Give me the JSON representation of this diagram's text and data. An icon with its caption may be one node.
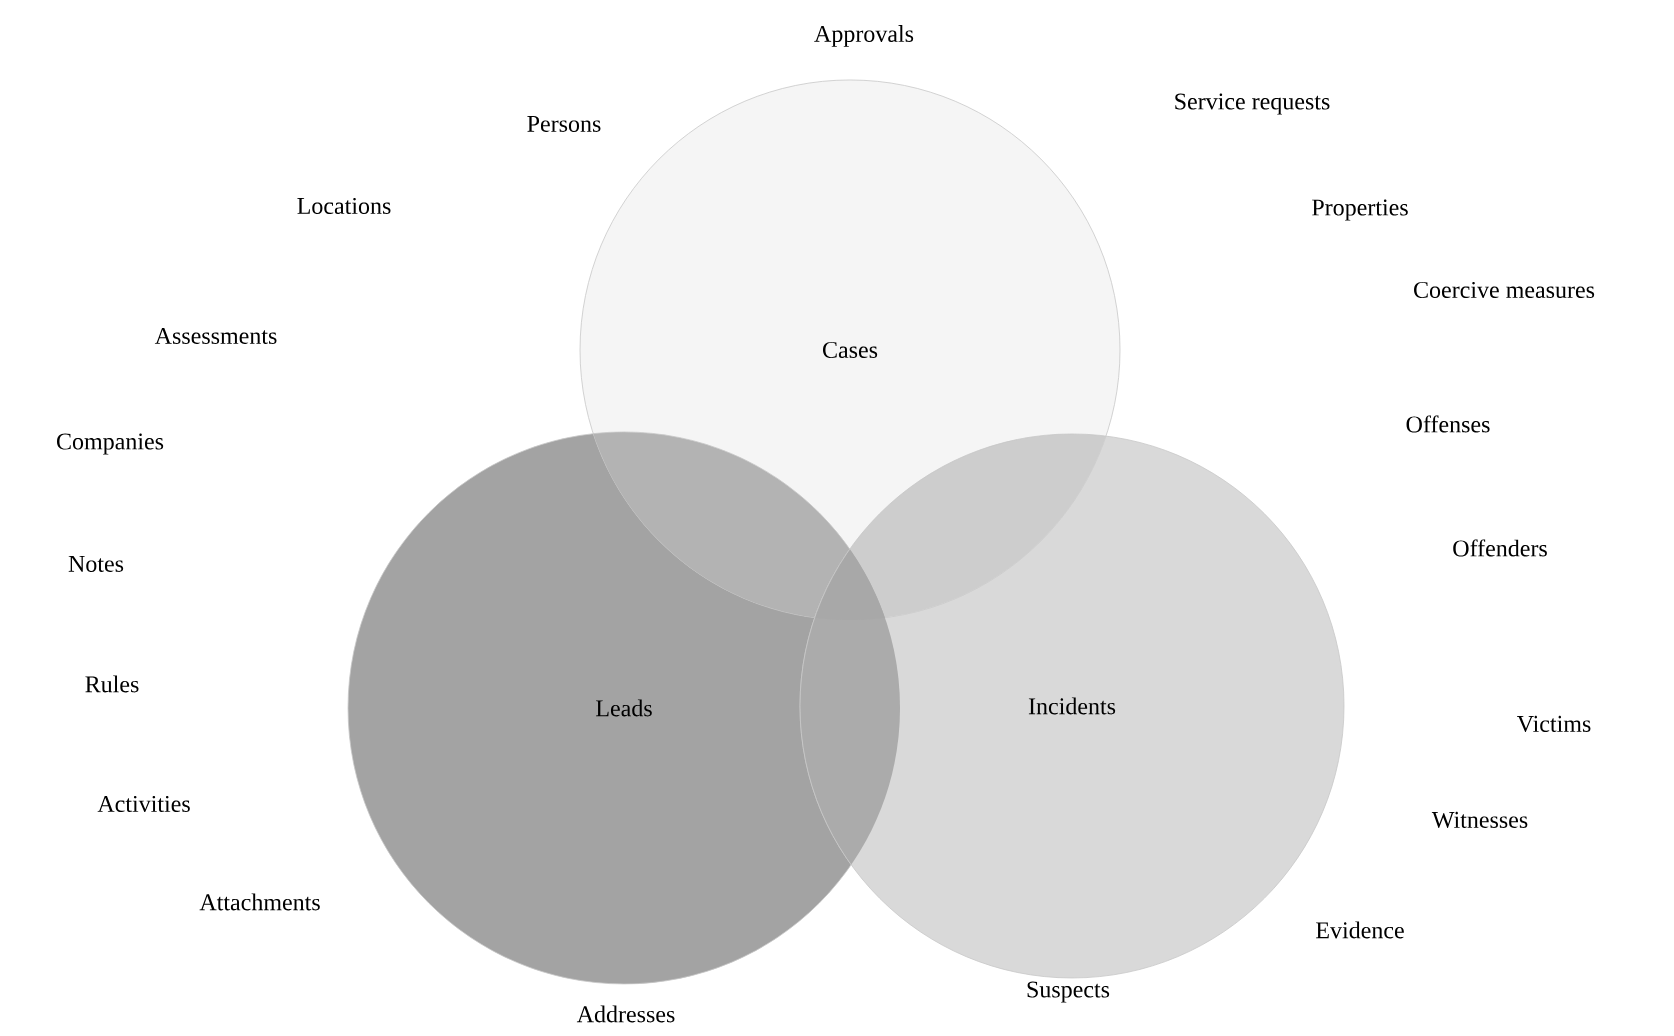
{
  "diagram": {
    "nodes": [
      {
        "text": [
          "Cases"
        ]
      },
      {
        "text": [
          "Leads"
        ]
      },
      {
        "text": [
          "Incidents"
        ]
      }
    ],
    "labels": [
      "Approvals",
      "Service requests",
      "Persons",
      "Locations",
      "Properties",
      "Coercive measures",
      "Assessments",
      "Companies",
      "Offenses",
      "Offenders",
      "Notes",
      "Rules",
      "Victims",
      "Activities",
      "Witnesses",
      "Attachments",
      "Evidence",
      "Suspects",
      "Addresses"
    ]
  }
}
